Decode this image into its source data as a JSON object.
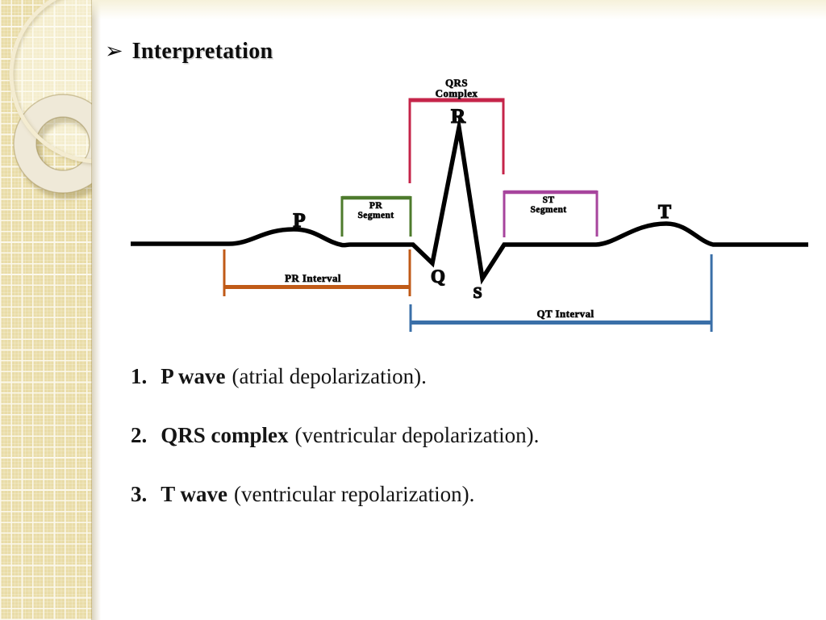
{
  "slide": {
    "bullet_icon": "➢",
    "title": "Interpretation"
  },
  "diagram": {
    "line_color": "#000000",
    "wave_labels": {
      "p": "P",
      "q": "Q",
      "r": "R",
      "s": "S",
      "t": "T"
    },
    "brackets": {
      "qrs_complex": {
        "line1": "QRS",
        "line2": "Complex",
        "color": "#C52449"
      },
      "pr_segment": {
        "line1": "PR",
        "line2": "Segment",
        "color": "#4E7B2D"
      },
      "st_segment": {
        "line1": "ST",
        "line2": "Segment",
        "color": "#A7449D"
      },
      "pr_interval": {
        "label": "PR Interval",
        "color": "#C05A17"
      },
      "qt_interval": {
        "label": "QT Interval",
        "color": "#3A6FA8"
      }
    }
  },
  "list": {
    "items": [
      {
        "number": "1.",
        "term": "P wave",
        "description": "(atrial depolarization)."
      },
      {
        "number": "2.",
        "term": "QRS complex",
        "description": "(ventricular depolarization)."
      },
      {
        "number": "3.",
        "term": "T wave",
        "description": "(ventricular repolarization)."
      }
    ]
  },
  "theme": {
    "sidebar_tan": "#E9DCA7",
    "grid_line": "#FBF8EC",
    "top_band_cream": "#F6F1DA",
    "background": "#FFFFFF"
  }
}
